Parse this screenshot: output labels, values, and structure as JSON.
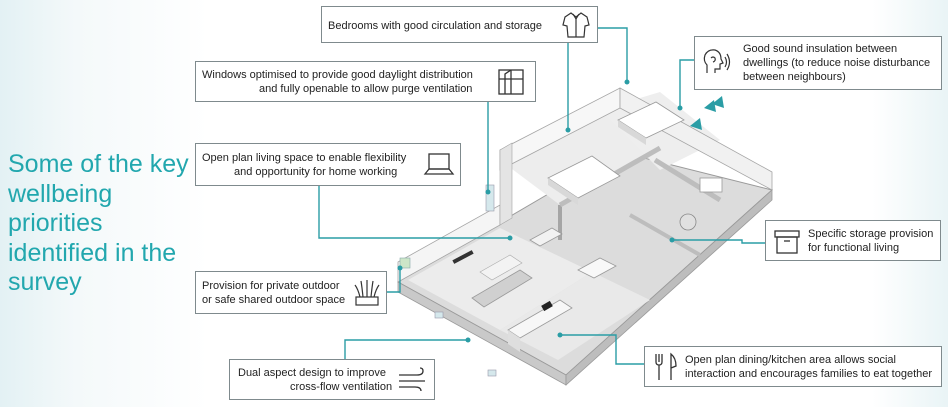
{
  "headline": "Some of the key wellbeing priorities identified in the survey",
  "colors": {
    "accent": "#22a7ae",
    "leader_line": "#2a9da5",
    "box_border": "#7f8a8d",
    "wall": "#f2f2f2",
    "floor": "#e7e7e7"
  },
  "callouts": {
    "bedrooms": {
      "text": "Bedrooms with good circulation and storage",
      "icon": "shirt-icon"
    },
    "windows": {
      "line1": "Windows optimised to provide good daylight distribution",
      "line2": "and fully openable to allow purge ventilation",
      "icon": "window-icon"
    },
    "open_plan": {
      "line1": "Open plan living space to enable flexibility",
      "line2": "and opportunity for home working",
      "icon": "laptop-icon"
    },
    "outdoor": {
      "line1": "Provision for private outdoor",
      "line2": "or safe shared outdoor space",
      "icon": "plant-icon"
    },
    "dual_aspect": {
      "line1": "Dual aspect design to improve",
      "line2": "cross-flow ventilation",
      "icon": "wind-icon"
    },
    "sound": {
      "line1": "Good sound insulation between",
      "line2": "dwellings (to reduce noise disturbance",
      "line3": "between neighbours)",
      "icon": "hearing-icon"
    },
    "storage": {
      "line1": "Specific storage provision",
      "line2": "for functional living",
      "icon": "storage-box-icon"
    },
    "dining": {
      "line1": "Open plan dining/kitchen area allows social",
      "line2": "interaction and encourages families to eat together",
      "icon": "cutlery-icon"
    }
  }
}
